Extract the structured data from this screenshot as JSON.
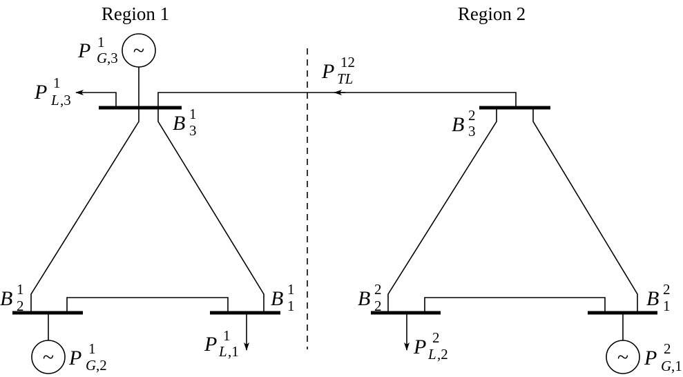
{
  "regions": [
    {
      "title": "Region 1"
    },
    {
      "title": "Region 2"
    }
  ],
  "symbol": "~",
  "labels": {
    "PG13": {
      "base": "P",
      "sub_i": "G",
      "sub_n": ",3",
      "sup": "1"
    },
    "PL13": {
      "base": "P",
      "sub_i": "L",
      "sub_n": ",3",
      "sup": "1"
    },
    "B31": {
      "base": "B",
      "sub_n": "3",
      "sup": "1"
    },
    "B21": {
      "base": "B",
      "sub_n": "2",
      "sup": "1"
    },
    "B11": {
      "base": "B",
      "sub_n": "1",
      "sup": "1"
    },
    "PG21": {
      "base": "P",
      "sub_i": "G",
      "sub_n": ",2",
      "sup": "1"
    },
    "PL11": {
      "base": "P",
      "sub_i": "L",
      "sub_n": ",1",
      "sup": "1"
    },
    "PTL": {
      "base": "P",
      "sub_i": "TL",
      "sup": "12"
    },
    "B32": {
      "base": "B",
      "sub_n": "3",
      "sup": "2"
    },
    "B22": {
      "base": "B",
      "sub_n": "2",
      "sup": "2"
    },
    "B12": {
      "base": "B",
      "sub_n": "1",
      "sup": "2"
    },
    "PL22": {
      "base": "P",
      "sub_i": "L",
      "sub_n": ",2",
      "sup": "2"
    },
    "PG12": {
      "base": "P",
      "sub_i": "G",
      "sub_n": ",1",
      "sup": "2"
    }
  }
}
